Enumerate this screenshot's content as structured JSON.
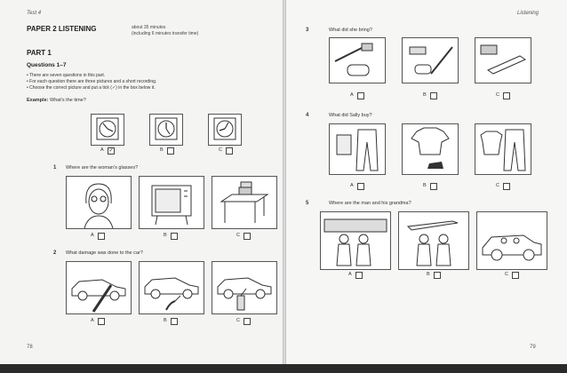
{
  "left_page": {
    "header": "Test 4",
    "paper_title": "PAPER 2  LISTENING",
    "duration": "about 35 minutes",
    "transfer_note": "(including 6 minutes transfer time)",
    "part_title": "PART 1",
    "questions_range": "Questions 1–7",
    "instructions": [
      "There are seven questions in this part.",
      "For each question there are three pictures and a short recording.",
      "Choose the correct picture and put a tick (✓) in the box below it."
    ],
    "example_label": "Example:",
    "example_question": "What's the time?",
    "tick": "✓",
    "q1_number": "1",
    "q1_text": "Where are the woman's glasses?",
    "q2_number": "2",
    "q2_text": "What damage was done to the car?",
    "page_number": "78"
  },
  "right_page": {
    "header": "Listening",
    "q3_number": "3",
    "q3_text": "What did she bring?",
    "q4_number": "4",
    "q4_text": "What did Sally buy?",
    "q5_number": "5",
    "q5_text": "Where are the man and his grandma?",
    "page_number": "79"
  },
  "option_labels": [
    "A",
    "B",
    "C"
  ]
}
